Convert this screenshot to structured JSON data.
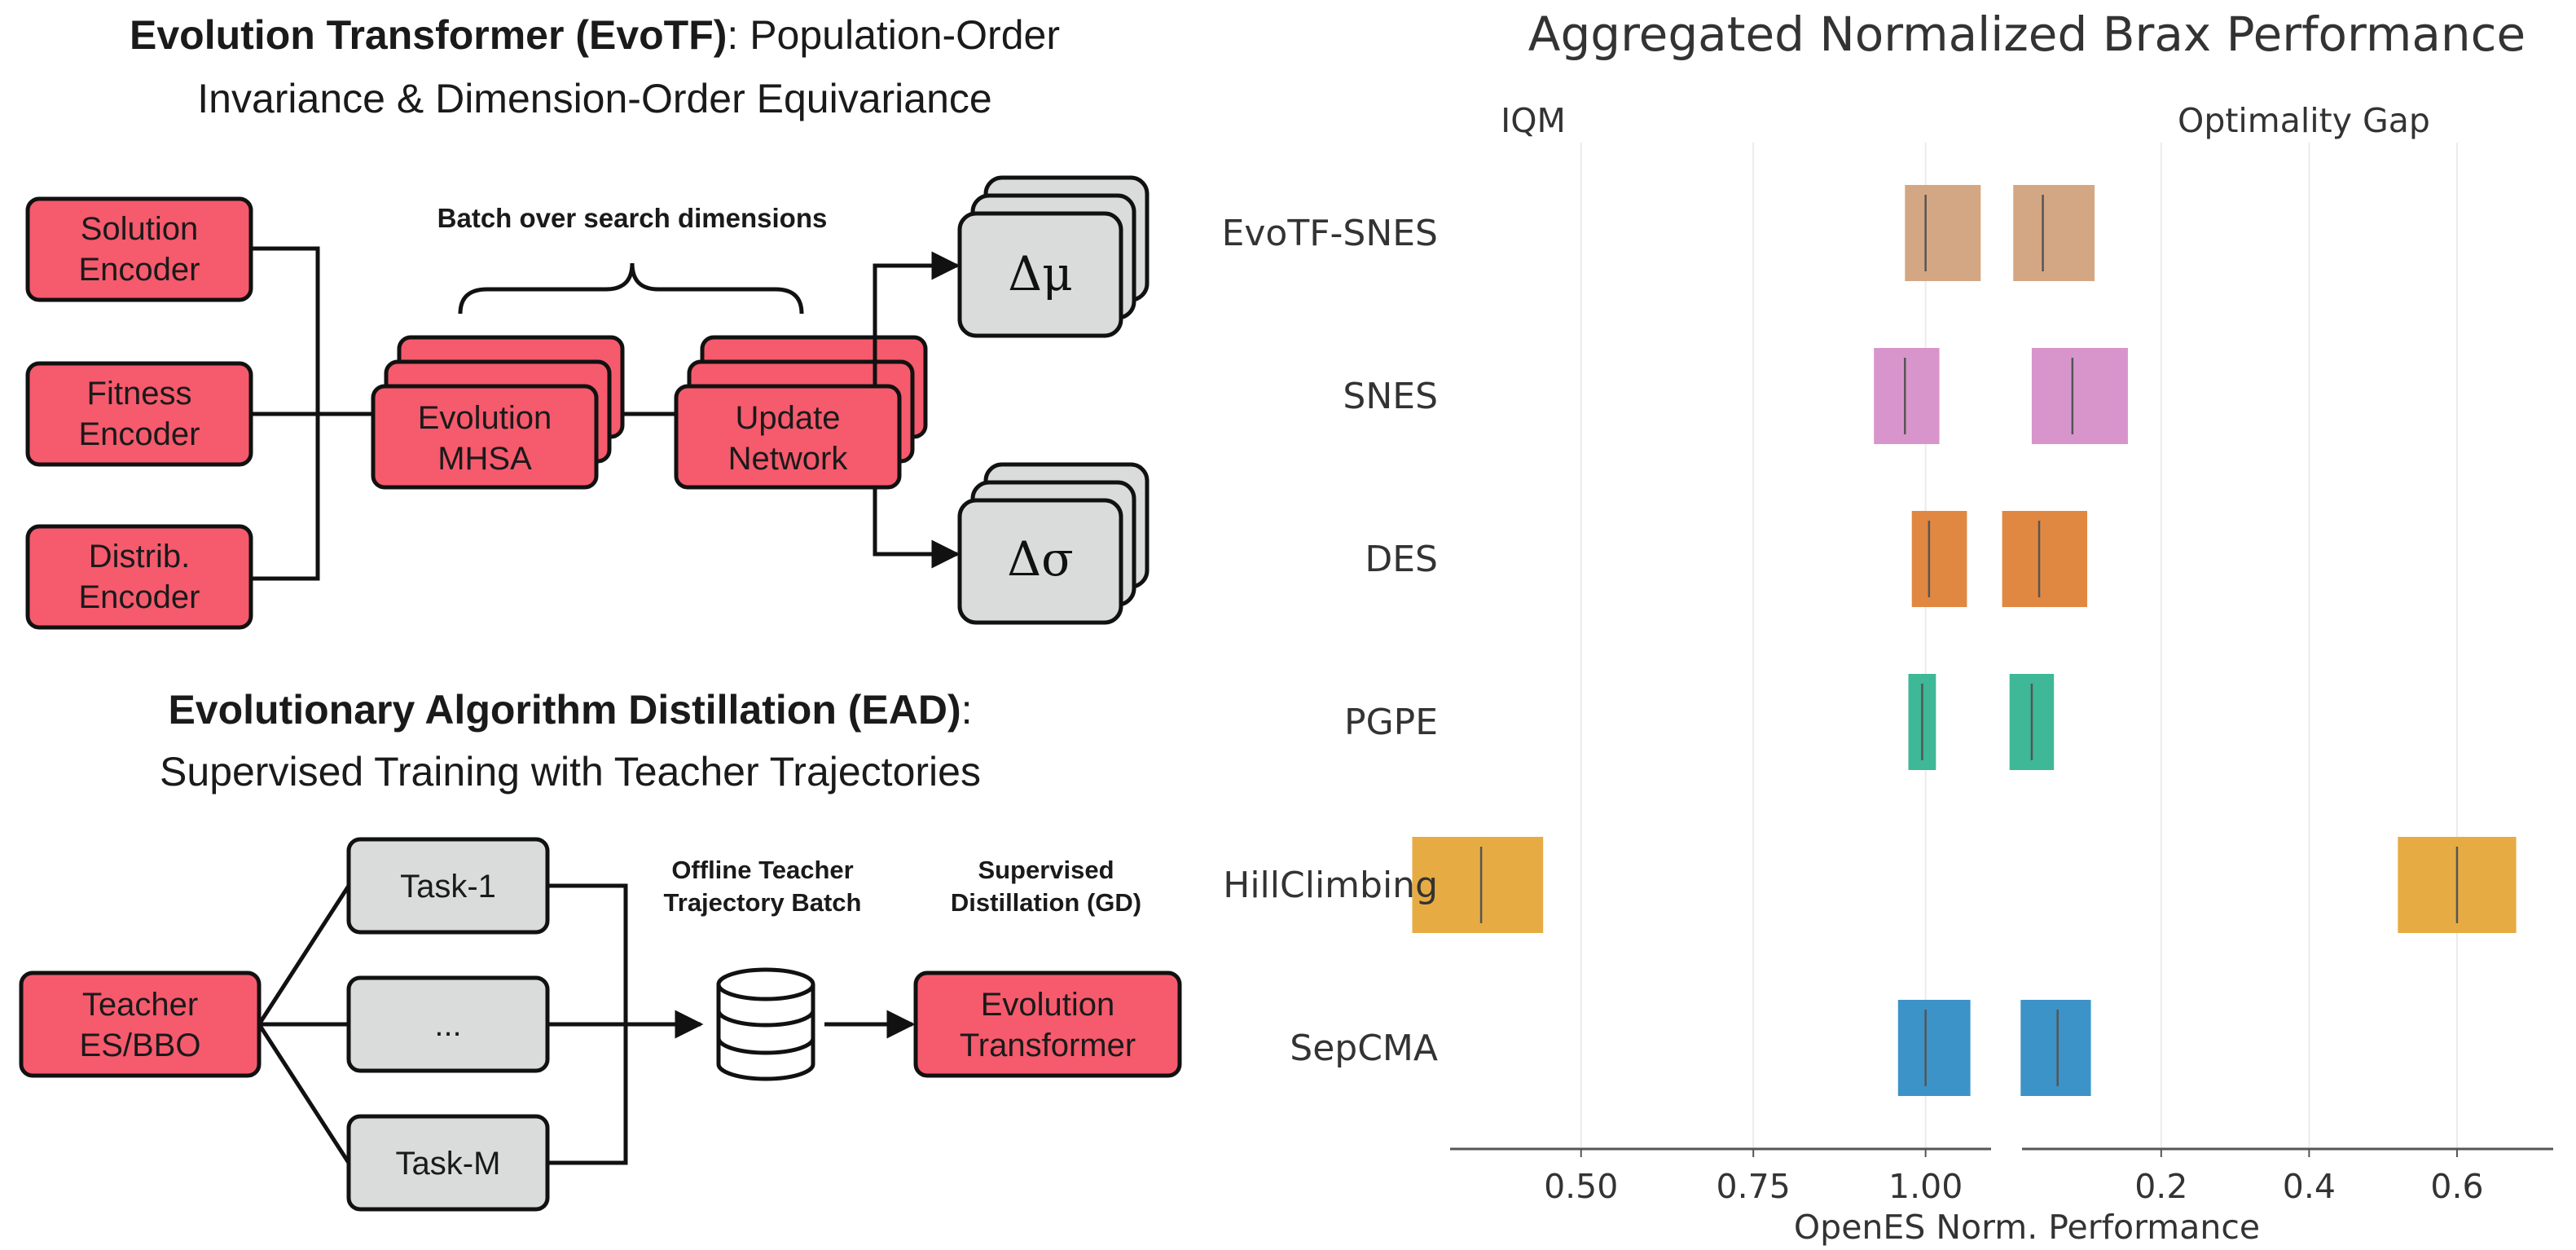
{
  "evotf": {
    "title_bold": "Evolution Transformer (EvoTF)",
    "title_rest": ": Population-Order",
    "title_line2": "Invariance & Dimension-Order Equivariance",
    "encoders": [
      {
        "line1": "Solution",
        "line2": "Encoder"
      },
      {
        "line1": "Fitness",
        "line2": "Encoder"
      },
      {
        "line1": "Distrib.",
        "line2": "Encoder"
      }
    ],
    "batch_label": "Batch over search dimensions",
    "mhsa": {
      "line1": "Evolution",
      "line2": "MHSA"
    },
    "update": {
      "line1": "Update",
      "line2": "Network"
    },
    "out_mu": "Δμ",
    "out_sigma": "Δσ"
  },
  "ead": {
    "title_bold": "Evolutionary Algorithm Distillation (EAD)",
    "title_rest": ":",
    "title_line2": "Supervised Training with Teacher Trajectories",
    "teacher": {
      "line1": "Teacher",
      "line2": "ES/BBO"
    },
    "tasks": [
      "Task-1",
      "...",
      "Task-M"
    ],
    "offline_label": {
      "line1": "Offline Teacher",
      "line2": "Trajectory Batch"
    },
    "supervised_label": {
      "line1": "Supervised",
      "line2": "Distillation (GD)"
    },
    "transformer": {
      "line1": "Evolution",
      "line2": "Transformer"
    }
  },
  "colors": {
    "red_box": "#f65a6d",
    "gray_box": "#d9dcdb",
    "stroke": "#111111"
  },
  "chart_data": {
    "type": "interval",
    "title": "Aggregated Normalized Brax Performance",
    "xlabel": "OpenES Norm. Performance",
    "categories": [
      "EvoTF-SNES",
      "SNES",
      "DES",
      "PGPE",
      "HillClimbing",
      "SepCMA"
    ],
    "colors": [
      "#d4a784",
      "#d895cc",
      "#e08842",
      "#3eb897",
      "#e6ac43",
      "#3c93c7"
    ],
    "panels": [
      {
        "name": "IQM",
        "xlim": [
          0.31,
          1.095
        ],
        "ticks": [
          "0.50",
          "0.75",
          "1.00"
        ],
        "tick_values": [
          0.5,
          0.75,
          1.0
        ],
        "intervals": [
          {
            "low": 0.97,
            "high": 1.08,
            "point": 1.0
          },
          {
            "low": 0.925,
            "high": 1.02,
            "point": 0.97
          },
          {
            "low": 0.98,
            "high": 1.06,
            "point": 1.005
          },
          {
            "low": 0.975,
            "high": 1.015,
            "point": 0.995
          },
          {
            "low": 0.255,
            "high": 0.445,
            "point": 0.355
          },
          {
            "low": 0.96,
            "high": 1.065,
            "point": 1.0
          }
        ]
      },
      {
        "name": "Optimality Gap",
        "xlim": [
          -0.03,
          0.73
        ],
        "ticks": [
          "0.2",
          "0.4",
          "0.6"
        ],
        "tick_values": [
          0.2,
          0.4,
          0.6
        ],
        "intervals": [
          {
            "low": 0.0,
            "high": 0.11,
            "point": 0.04
          },
          {
            "low": 0.025,
            "high": 0.155,
            "point": 0.08
          },
          {
            "low": -0.015,
            "high": 0.1,
            "point": 0.035
          },
          {
            "low": -0.005,
            "high": 0.055,
            "point": 0.025
          },
          {
            "low": 0.52,
            "high": 0.68,
            "point": 0.6
          },
          {
            "low": 0.01,
            "high": 0.105,
            "point": 0.06
          }
        ]
      }
    ],
    "grid": true
  }
}
